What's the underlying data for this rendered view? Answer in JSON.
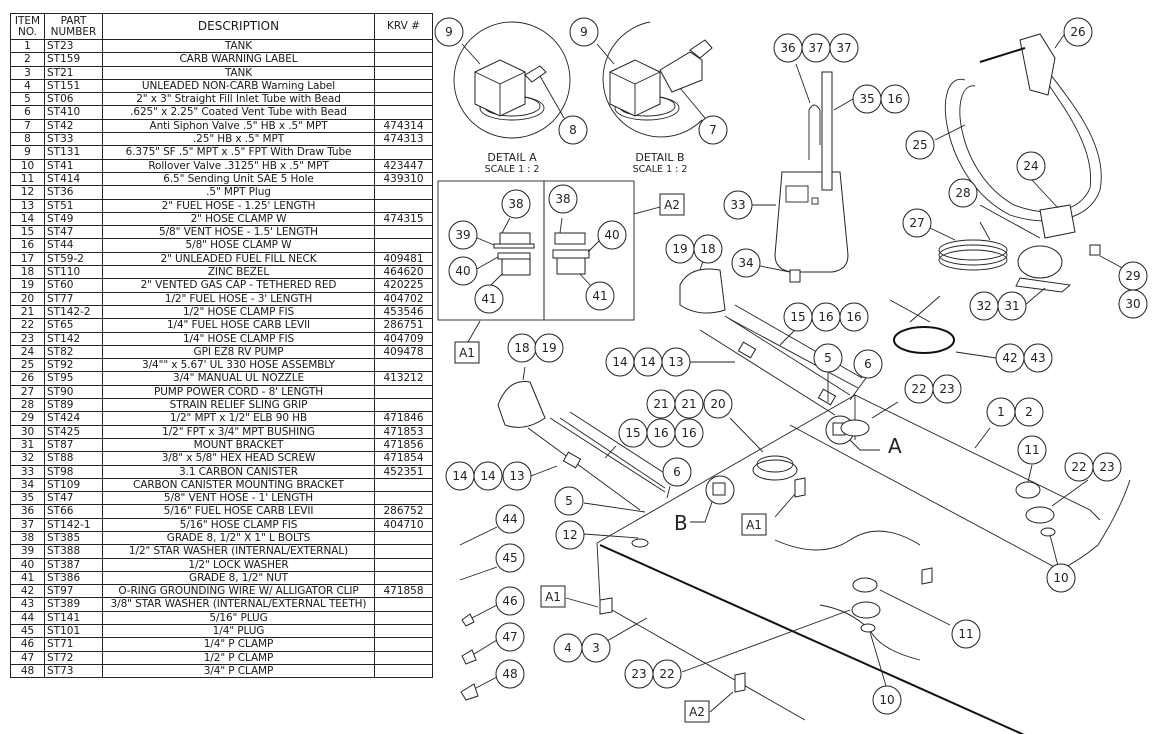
{
  "bom": {
    "headers": {
      "item": "ITEM NO.",
      "item_l1": "ITEM",
      "item_l2": "NO.",
      "part_l1": "PART",
      "part_l2": "NUMBER",
      "desc": "DESCRIPTION",
      "krv": "KRV #"
    },
    "rows": [
      {
        "item": "1",
        "part": "ST23",
        "desc": "TANK",
        "krv": ""
      },
      {
        "item": "2",
        "part": "ST159",
        "desc": "CARB WARNING LABEL",
        "krv": ""
      },
      {
        "item": "3",
        "part": "ST21",
        "desc": "TANK",
        "krv": ""
      },
      {
        "item": "4",
        "part": "ST151",
        "desc": "UNLEADED NON-CARB Warning Label",
        "krv": ""
      },
      {
        "item": "5",
        "part": "ST06",
        "desc": "2\" x 3\" Straight Fill Inlet Tube with Bead",
        "krv": ""
      },
      {
        "item": "6",
        "part": "ST410",
        "desc": ".625\" x 2.25\" Coated Vent Tube with Bead",
        "krv": ""
      },
      {
        "item": "7",
        "part": "ST42",
        "desc": "Anti Siphon Valve .5\" HB x .5\" MPT",
        "krv": "474314"
      },
      {
        "item": "8",
        "part": "ST33",
        "desc": ".25\" HB x .5\" MPT",
        "krv": "474313"
      },
      {
        "item": "9",
        "part": "ST131",
        "desc": "6.375\" SF .5\" MPT x .5\" FPT With Draw Tube",
        "krv": ""
      },
      {
        "item": "10",
        "part": "ST41",
        "desc": "Rollover Valve .3125\" HB x .5\" MPT",
        "krv": "423447"
      },
      {
        "item": "11",
        "part": "ST414",
        "desc": "6.5\" Sending Unit SAE 5 Hole",
        "krv": "439310"
      },
      {
        "item": "12",
        "part": "ST36",
        "desc": ".5\" MPT Plug",
        "krv": ""
      },
      {
        "item": "13",
        "part": "ST51",
        "desc": "2\" FUEL HOSE - 1.25' LENGTH",
        "krv": ""
      },
      {
        "item": "14",
        "part": "ST49",
        "desc": "2\" HOSE CLAMP W",
        "krv": "474315"
      },
      {
        "item": "15",
        "part": "ST47",
        "desc": "5/8\" VENT HOSE - 1.5' LENGTH",
        "krv": ""
      },
      {
        "item": "16",
        "part": "ST44",
        "desc": "5/8\" HOSE CLAMP W",
        "krv": ""
      },
      {
        "item": "17",
        "part": "ST59-2",
        "desc": "2\" UNLEADED FUEL FILL NECK",
        "krv": "409481"
      },
      {
        "item": "18",
        "part": "ST110",
        "desc": "ZINC BEZEL",
        "krv": "464620"
      },
      {
        "item": "19",
        "part": "ST60",
        "desc": "2\" VENTED GAS CAP - TETHERED RED",
        "krv": "420225"
      },
      {
        "item": "20",
        "part": "ST77",
        "desc": "1/2\" FUEL HOSE - 3' LENGTH",
        "krv": "404702"
      },
      {
        "item": "21",
        "part": "ST142-2",
        "desc": "1/2\" HOSE CLAMP FIS",
        "krv": "453546"
      },
      {
        "item": "22",
        "part": "ST65",
        "desc": "1/4\" FUEL HOSE CARB LEVII",
        "krv": "286751"
      },
      {
        "item": "23",
        "part": "ST142",
        "desc": "1/4\" HOSE CLAMP FIS",
        "krv": "404709"
      },
      {
        "item": "24",
        "part": "ST82",
        "desc": "GPI EZ8 RV PUMP",
        "krv": "409478"
      },
      {
        "item": "25",
        "part": "ST92",
        "desc": "3/4\"\" x 5.67' UL 330 HOSE ASSEMBLY",
        "krv": ""
      },
      {
        "item": "26",
        "part": "ST95",
        "desc": "3/4\" MANUAL UL NOZZLE",
        "krv": "413212"
      },
      {
        "item": "27",
        "part": "ST90",
        "desc": "PUMP POWER CORD - 8' LENGTH",
        "krv": ""
      },
      {
        "item": "28",
        "part": "ST89",
        "desc": "STRAIN RELIEF SLING GRIP",
        "krv": ""
      },
      {
        "item": "29",
        "part": "ST424",
        "desc": "1/2\" MPT x 1/2\" ELB 90 HB",
        "krv": "471846"
      },
      {
        "item": "30",
        "part": "ST425",
        "desc": "1/2\" FPT x 3/4\" MPT BUSHING",
        "krv": "471853"
      },
      {
        "item": "31",
        "part": "ST87",
        "desc": "MOUNT BRACKET",
        "krv": "471856"
      },
      {
        "item": "32",
        "part": "ST88",
        "desc": "3/8\" x 5/8\" HEX HEAD SCREW",
        "krv": "471854"
      },
      {
        "item": "33",
        "part": "ST98",
        "desc": "3.1 CARBON CANISTER",
        "krv": "452351"
      },
      {
        "item": "34",
        "part": "ST109",
        "desc": "CARBON CANISTER MOUNTING BRACKET",
        "krv": ""
      },
      {
        "item": "35",
        "part": "ST47",
        "desc": "5/8\" VENT HOSE - 1' LENGTH",
        "krv": ""
      },
      {
        "item": "36",
        "part": "ST66",
        "desc": "5/16\" FUEL HOSE CARB LEVII",
        "krv": "286752"
      },
      {
        "item": "37",
        "part": "ST142-1",
        "desc": "5/16\" HOSE CLAMP FIS",
        "krv": "404710"
      },
      {
        "item": "38",
        "part": "ST385",
        "desc": "GRADE 8, 1/2\" X 1\" L BOLTS",
        "krv": ""
      },
      {
        "item": "39",
        "part": "ST388",
        "desc": "1/2\" STAR WASHER (INTERNAL/EXTERNAL)",
        "krv": ""
      },
      {
        "item": "40",
        "part": "ST387",
        "desc": "1/2\" LOCK WASHER",
        "krv": ""
      },
      {
        "item": "41",
        "part": "ST386",
        "desc": "GRADE 8, 1/2\" NUT",
        "krv": ""
      },
      {
        "item": "42",
        "part": "ST97",
        "desc": "O-RING GROUNDING WIRE W/ ALLIGATOR CLIP",
        "krv": "471858"
      },
      {
        "item": "43",
        "part": "ST389",
        "desc": "3/8\" STAR WASHER (INTERNAL/EXTERNAL TEETH)",
        "krv": ""
      },
      {
        "item": "44",
        "part": "ST141",
        "desc": "5/16\" PLUG",
        "krv": ""
      },
      {
        "item": "45",
        "part": "ST101",
        "desc": "1/4\" PLUG",
        "krv": ""
      },
      {
        "item": "46",
        "part": "ST71",
        "desc": "1/4\" P CLAMP",
        "krv": ""
      },
      {
        "item": "47",
        "part": "ST72",
        "desc": "1/2\" P CLAMP",
        "krv": ""
      },
      {
        "item": "48",
        "part": "ST73",
        "desc": "3/4\" P CLAMP",
        "krv": ""
      }
    ]
  },
  "drawing": {
    "detail_a": {
      "title": "DETAIL A",
      "scale": "SCALE 1 : 2"
    },
    "detail_b": {
      "title": "DETAIL B",
      "scale": "SCALE 1 : 2"
    },
    "view_letters": {
      "a": "A",
      "b": "B"
    },
    "section_tags": {
      "a1": "A1",
      "a2": "A2"
    },
    "balloons": {
      "detA_9": "9",
      "detA_8": "8",
      "detB_9": "9",
      "detB_7": "7",
      "hw_38a": "38",
      "hw_39": "39",
      "hw_40a": "40",
      "hw_41a": "41",
      "hw_38b": "38",
      "hw_40b": "40",
      "hw_41b": "41",
      "can_36": "36",
      "can_37a": "37",
      "can_37b": "37",
      "can_35": "35",
      "can_16": "16",
      "can_33": "33",
      "can_34": "34",
      "pump_26": "26",
      "pump_25": "25",
      "pump_24": "24",
      "pump_28": "28",
      "pump_27": "27",
      "pump_29": "29",
      "pump_30": "30",
      "pump_32": "32",
      "pump_31": "31",
      "neck2_19": "19",
      "neck2_18": "18",
      "neck2_15": "15",
      "neck2_16a": "16",
      "neck2_16b": "16",
      "neck2_14a": "14",
      "neck2_14b": "14",
      "neck2_13": "13",
      "neck2_5": "5",
      "neck2_6": "6",
      "wire_42": "42",
      "wire_43": "43",
      "neck1_18": "18",
      "neck1_19": "19",
      "neck1_21a": "21",
      "neck1_21b": "21",
      "neck1_20": "20",
      "neck1_15": "15",
      "neck1_16a": "16",
      "neck1_16b": "16",
      "neck1_14a": "14",
      "neck1_14b": "14",
      "neck1_13": "13",
      "neck1_6": "6",
      "neck1_5": "5",
      "neck1_12": "12",
      "tank_22a": "22",
      "tank_23a": "23",
      "tank_1": "1",
      "tank_2": "2",
      "tank_11a": "11",
      "tank_22b": "22",
      "tank_23b": "23",
      "tank_10a": "10",
      "plug_44": "44",
      "plug_45": "45",
      "plug_46": "46",
      "plug_47": "47",
      "plug_48": "48",
      "tank_4": "4",
      "tank_3": "3",
      "tank_23c": "23",
      "tank_22c": "22",
      "tank_11b": "11",
      "tank_10b": "10"
    }
  }
}
